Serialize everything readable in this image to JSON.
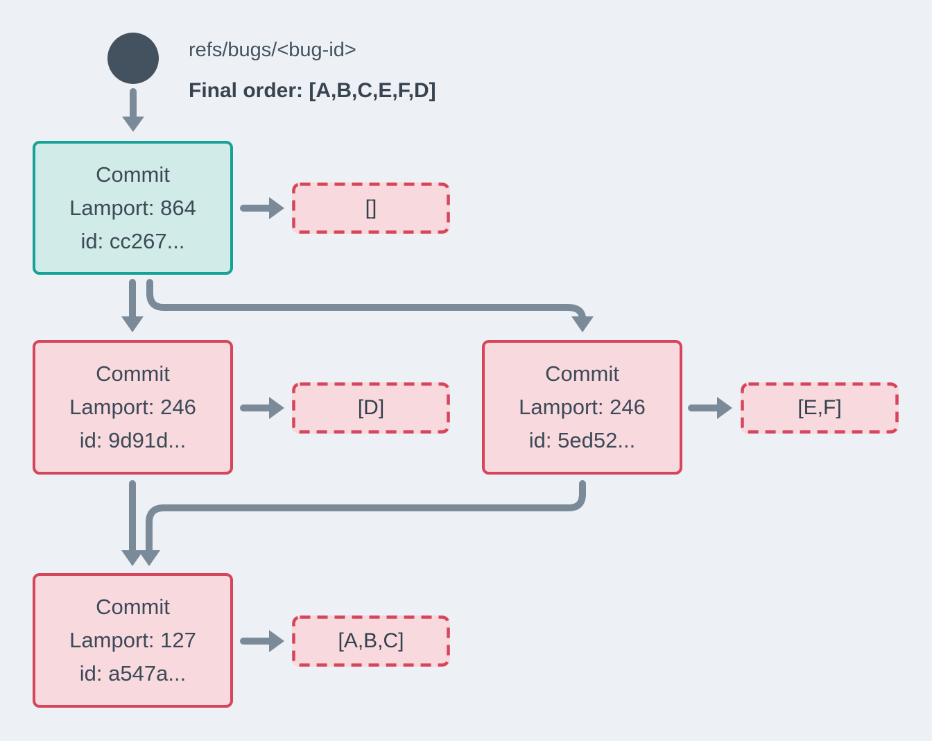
{
  "colors": {
    "bg": "#edf1f5",
    "slate_dark": "#44525f",
    "arrow_gray": "#7b8a99",
    "teal_border": "#16a296",
    "teal_fill": "#d1ebe8",
    "red_border": "#d5455b",
    "pink_fill": "#f8d9de",
    "text_dark": "#3c4a57"
  },
  "header": {
    "ref": "refs/bugs/<bug-id>",
    "final_order": "Final order: [A,B,C,E,F,D]"
  },
  "commits": [
    {
      "title": "Commit",
      "lamport": "Lamport: 864",
      "id": "id: cc267...",
      "ops": "[]"
    },
    {
      "title": "Commit",
      "lamport": "Lamport: 246",
      "id": "id: 9d91d...",
      "ops": "[D]"
    },
    {
      "title": "Commit",
      "lamport": "Lamport: 246",
      "id": "id: 5ed52...",
      "ops": "[E,F]"
    },
    {
      "title": "Commit",
      "lamport": "Lamport: 127",
      "id": "id: a547a...",
      "ops": "[A,B,C]"
    }
  ]
}
